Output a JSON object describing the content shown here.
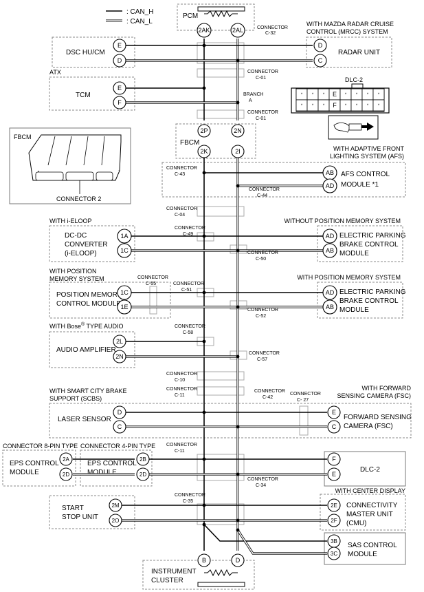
{
  "legend": {
    "can_h": ": CAN_H",
    "can_l": ": CAN_L"
  },
  "modules": {
    "pcm": "PCM",
    "dsc": "DSC HU/CM",
    "mrcc_title_1": "WITH MAZDA RADAR CRUISE",
    "mrcc_title_2": "CONTROL (MRCC) SYSTEM",
    "radar": "RADAR UNIT",
    "atx": "ATX",
    "tcm": "TCM",
    "branch_1": "BRANCH",
    "branch_2": "A",
    "dlc2_top": "DLC-2",
    "fbcm_title": "FBCM",
    "fbcm_connector": "CONNECTOR 2",
    "fbcm": "FBCM",
    "afs_title_1": "WITH ADAPTIVE FRONT",
    "afs_title_2": "LIGHTING SYSTEM (AFS)",
    "afs_1": "AFS CONTROL",
    "afs_2": "MODULE *1",
    "ieloop_title": "WITH i-ELOOP",
    "dcdc_1": "DC-DC",
    "dcdc_2": "CONVERTER",
    "dcdc_3": "(i-ELOOP)",
    "wopm_title": "WITHOUT POSITION MEMORY SYSTEM",
    "epb_1": "ELECTRIC PARKING",
    "epb_2": "BRAKE CONTROL",
    "epb_3": "MODULE",
    "wpm_title_1": "WITH POSITION",
    "wpm_title_2": "MEMORY SYSTEM",
    "pmcm_1": "POSITION MEMORY",
    "pmcm_2": "CONTROL MODULE",
    "wpm_right_title": "WITH POSITION MEMORY SYSTEM",
    "bose_title": "WITH Bose",
    "bose_reg": "®",
    "bose_title_2": " TYPE AUDIO",
    "amp": "AUDIO AMPLIFIER",
    "scbs_title_1": "WITH SMART CITY BRAKE",
    "scbs_title_2": "SUPPORT (SCBS)",
    "laser": "LASER SENSOR",
    "fsc_title_1": "WITH FORWARD",
    "fsc_title_2": "SENSING CAMERA (FSC)",
    "fsc_1": "FORWARD SENSING",
    "fsc_2": "CAMERA (FSC)",
    "eps8_title": "CONNECTOR 8-PIN TYPE",
    "eps4_title": "CONNECTOR 4-PIN TYPE",
    "eps_1": "EPS CONTROL",
    "eps_2": "MODULE",
    "dlc2": "DLC-2",
    "cd_title": "WITH CENTER DISPLAY",
    "cmu_1": "CONNECTIVITY",
    "cmu_2": "MASTER UNIT",
    "cmu_3": "(CMU)",
    "ssu_1": "START",
    "ssu_2": "STOP UNIT",
    "sas_1": "SAS CONTROL",
    "sas_2": "MODULE",
    "ic_1": "INSTRUMENT",
    "ic_2": "CLUSTER"
  },
  "connectors": {
    "word": "CONNECTOR",
    "c32": "C-32",
    "c01": "C-01",
    "c43": "C-43",
    "c44": "C-44",
    "c04": "C-04",
    "c49": "C-49",
    "c50": "C-50",
    "c55": "C-55",
    "c51": "C-51",
    "c52": "C-52",
    "c58": "C-58",
    "c57": "C-57",
    "c10": "C-10",
    "c11": "C-11",
    "c42": "C-42",
    "c27": "C- 27",
    "c34": "C-34",
    "c35": "C-35"
  },
  "pins": {
    "pcm_h": "2AK",
    "pcm_l": "2AL",
    "dsc_h": "E",
    "dsc_l": "D",
    "radar_h": "D",
    "radar_l": "C",
    "tcm_h": "E",
    "tcm_l": "F",
    "dlc_e": "E",
    "dlc_f": "F",
    "dlc_star": "*",
    "fbcm_p": "2P",
    "fbcm_n": "2N",
    "fbcm_k": "2K",
    "fbcm_i": "2I",
    "afs_h": "AB",
    "afs_l": "AD",
    "dcdc_h": "1A",
    "dcdc_l": "1C",
    "epb1_h": "AD",
    "epb1_l": "AB",
    "pm_h": "1C",
    "pm_l": "1E",
    "epb2_h": "AD",
    "epb2_l": "AB",
    "amp_h": "2L",
    "amp_l": "2N",
    "laser_h": "D",
    "laser_l": "C",
    "fsc_h": "E",
    "fsc_l": "C",
    "eps8_h": "2A",
    "eps8_l": "2D",
    "eps4_h": "2B",
    "eps4_l": "2D",
    "dlc2_h": "F",
    "dlc2_l": "E",
    "ssu_h": "2M",
    "ssu_l": "2O",
    "cmu_h": "2E",
    "cmu_l": "2F",
    "sas_h": "3B",
    "sas_l": "3C",
    "ic_h": "B",
    "ic_l": "D"
  }
}
